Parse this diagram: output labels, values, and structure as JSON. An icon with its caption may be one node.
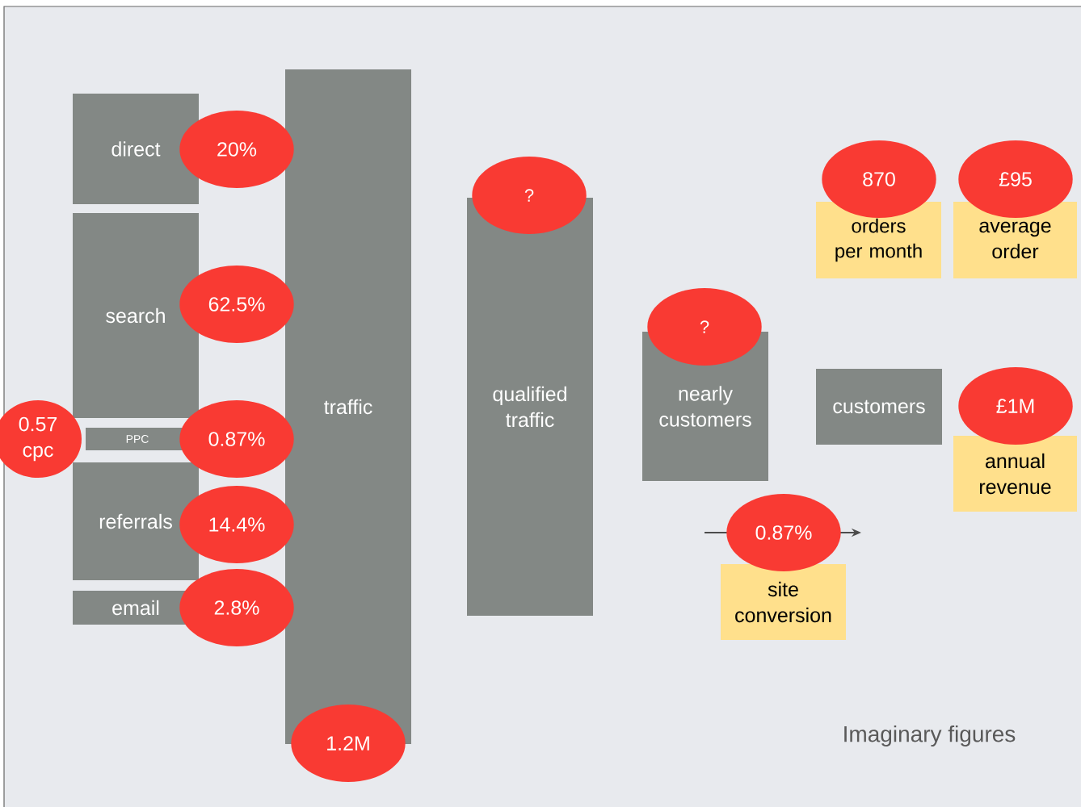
{
  "diagram": {
    "nodes": [
      {
        "text": [
          "direct"
        ]
      },
      {
        "text": [
          "20%"
        ]
      },
      {
        "text": [
          "search"
        ]
      },
      {
        "text": [
          "62.5%"
        ]
      },
      {
        "text": [
          "0.57 cpc"
        ]
      },
      {
        "text": [
          "PPC"
        ]
      },
      {
        "text": [
          "0.87%"
        ]
      },
      {
        "text": [
          "referrals"
        ]
      },
      {
        "text": [
          "14.4%"
        ]
      },
      {
        "text": [
          "email"
        ]
      },
      {
        "text": [
          "2.8%"
        ]
      },
      {
        "text": [
          "traffic"
        ]
      },
      {
        "text": [
          "1.2M"
        ]
      },
      {
        "text": [
          "?"
        ]
      },
      {
        "text": [
          "qualified traffic"
        ]
      },
      {
        "text": [
          "?"
        ]
      },
      {
        "text": [
          "nearly customers"
        ]
      },
      {
        "text": [
          "870"
        ]
      },
      {
        "text": [
          "orders per month"
        ]
      },
      {
        "text": [
          "£95"
        ]
      },
      {
        "text": [
          "average order"
        ]
      },
      {
        "text": [
          "customers"
        ]
      },
      {
        "text": [
          "£1M"
        ]
      },
      {
        "text": [
          "annual revenue"
        ]
      },
      {
        "text": [
          "0.87%"
        ]
      },
      {
        "text": [
          "site conversion"
        ]
      }
    ],
    "labels": [
      "Imaginary figures"
    ]
  }
}
